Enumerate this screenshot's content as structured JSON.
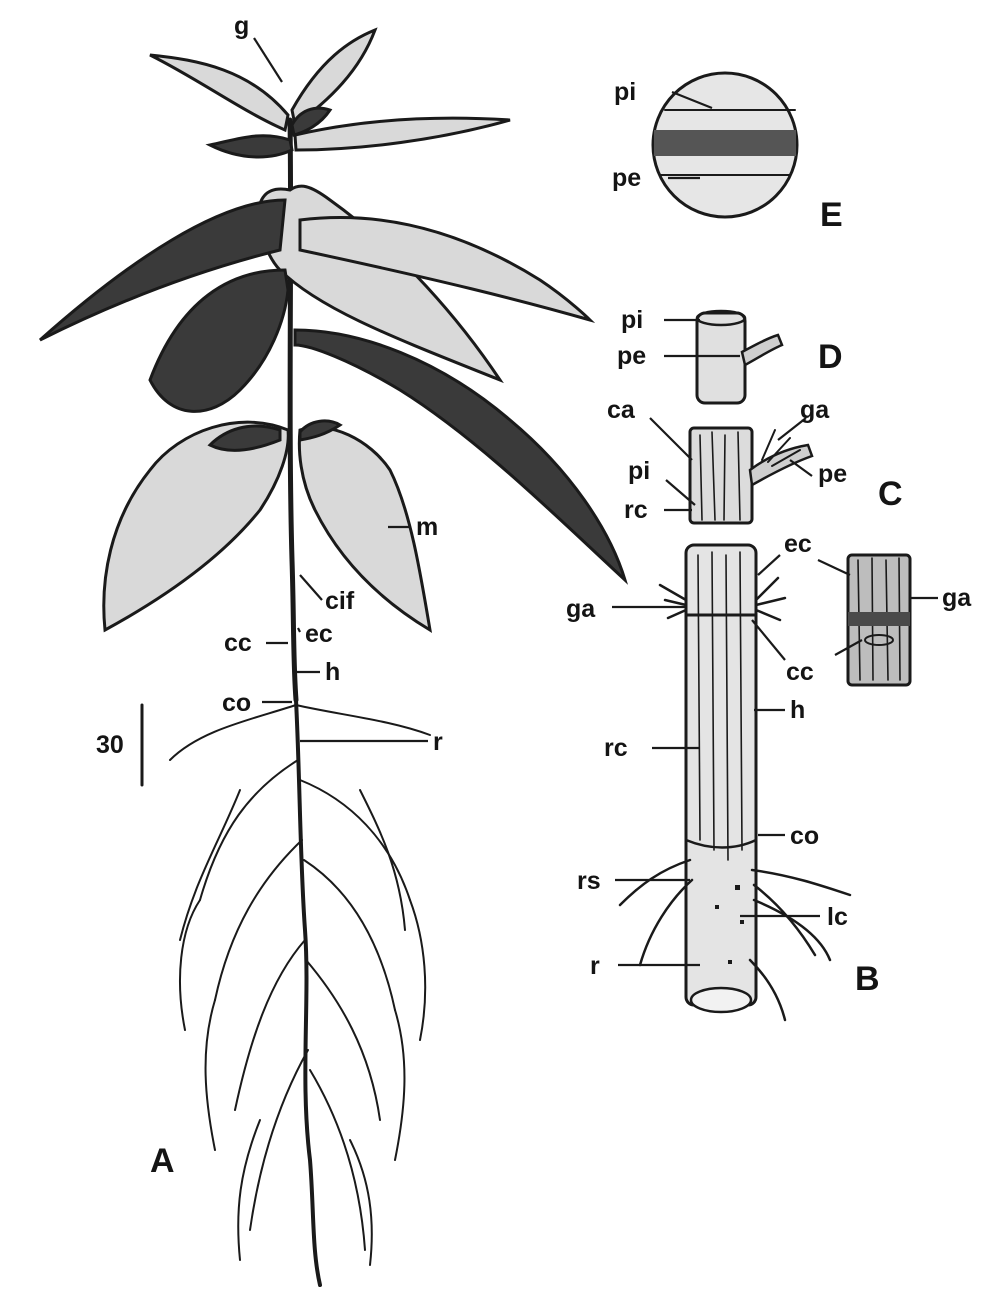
{
  "scale_bar": {
    "value": "30"
  },
  "panels": {
    "A": "A",
    "B": "B",
    "C": "C",
    "D": "D",
    "E": "E"
  },
  "labels_A": {
    "g": "g",
    "m": "m",
    "cif": "cif",
    "ec": "ec",
    "cc": "cc",
    "h": "h",
    "co": "co",
    "r": "r"
  },
  "labels_B": {
    "ga": "ga",
    "ec": "ec",
    "cc": "cc",
    "h": "h",
    "rc": "rc",
    "co": "co",
    "rs": "rs",
    "lc": "lc",
    "r": "r"
  },
  "labels_C": {
    "ca": "ca",
    "ga": "ga",
    "pi": "pi",
    "pe": "pe",
    "rc": "rc",
    "ga_side": "ga"
  },
  "labels_D": {
    "pi": "pi",
    "pe": "pe"
  },
  "labels_E": {
    "pi": "pi",
    "pe": "pe"
  },
  "colors": {
    "ink": "#1a1a1a",
    "leaf_light": "#d9d9d9",
    "leaf_dark": "#3a3a3a",
    "background": "#ffffff"
  }
}
